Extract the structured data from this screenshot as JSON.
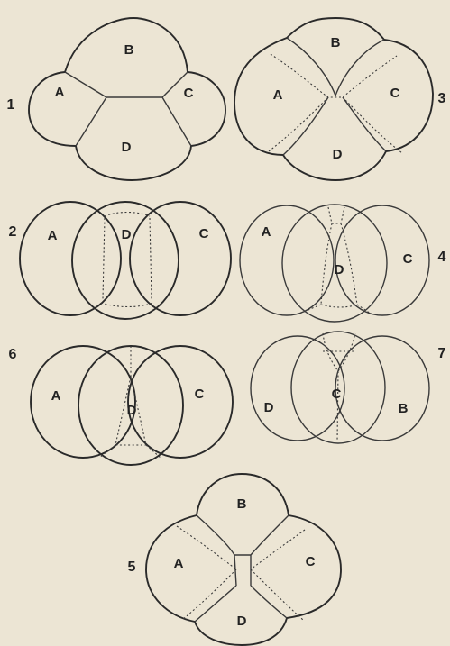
{
  "colors": {
    "paper": "#ece5d4",
    "ink": "#2a2a2a"
  },
  "figures": [
    {
      "number": "1",
      "labels": {
        "a": "A",
        "b": "B",
        "c": "C",
        "d": "D"
      }
    },
    {
      "number": "2",
      "labels": {
        "a": "A",
        "d": "D",
        "c": "C"
      }
    },
    {
      "number": "3",
      "labels": {
        "a": "A",
        "b": "B",
        "c": "C",
        "d": "D"
      }
    },
    {
      "number": "4",
      "labels": {
        "a": "A",
        "d": "D",
        "c": "C"
      }
    },
    {
      "number": "5",
      "labels": {
        "a": "A",
        "b": "B",
        "c": "C",
        "d": "D"
      }
    },
    {
      "number": "6",
      "labels": {
        "a": "A",
        "d": "D",
        "c": "C"
      }
    },
    {
      "number": "7",
      "labels": {
        "d": "D",
        "c": "C",
        "b": "B"
      }
    }
  ]
}
